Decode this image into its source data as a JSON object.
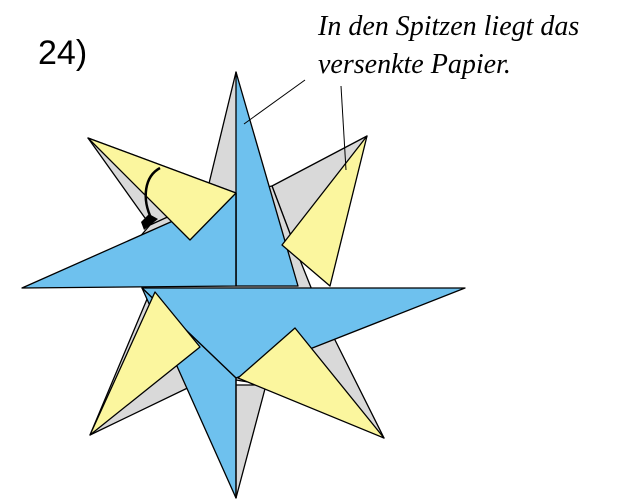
{
  "step": {
    "number": "24)"
  },
  "annotation": {
    "line1": "In den Spitzen liegt das",
    "line2": "versenkte Papier."
  },
  "colors": {
    "grey_paper": "#d9d9d9",
    "blue_paper": "#6ec1ee",
    "yellow_paper": "#fbf69e",
    "outline": "#000000"
  },
  "icons": [
    "fold-arrow-icon"
  ]
}
